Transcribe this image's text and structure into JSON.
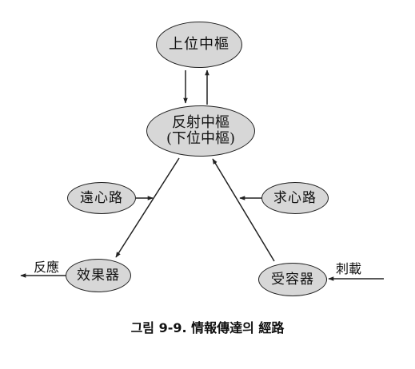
{
  "nodes": {
    "upper_center": "上位中樞",
    "reflex_center_line1": "反射中樞",
    "reflex_center_line2": "(下位中樞)",
    "efferent_path": "遠心路",
    "afferent_path": "求心路",
    "effector": "效果器",
    "receptor": "受容器"
  },
  "labels": {
    "response": "反應",
    "stimulus": "刺載"
  },
  "caption": "그림 9-9. 情報傳達의 經路",
  "colors": {
    "node_fill": "#d7d7d7",
    "stroke": "#222222",
    "text": "#111111"
  }
}
